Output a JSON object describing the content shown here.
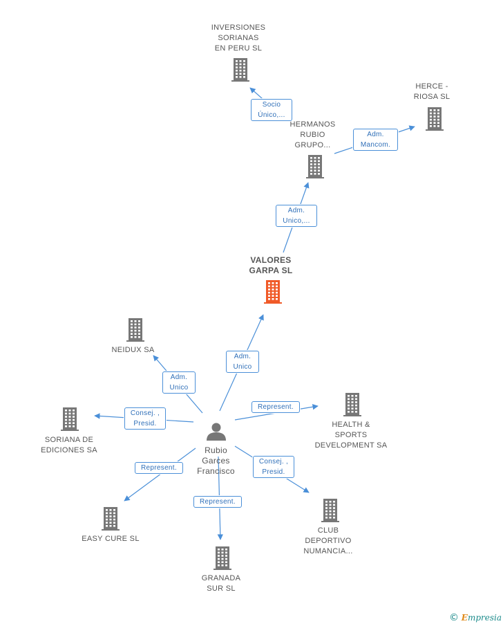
{
  "colors": {
    "edge": "#4a8fd8",
    "building": "#777777",
    "building_main": "#f05a28",
    "person": "#777777"
  },
  "center_company": {
    "label": "VALORES\nGARPA SL"
  },
  "companies": [
    {
      "id": "inversiones",
      "label": "INVERSIONES\nSORIANAS\nEN PERU SL"
    },
    {
      "id": "herce",
      "label": "HERCE -\nRIOSA  SL"
    },
    {
      "id": "hermanos",
      "label": "HERMANOS\nRUBIO\nGRUPO..."
    },
    {
      "id": "neidux",
      "label": "NEIDUX SA"
    },
    {
      "id": "soriana",
      "label": "SORIANA DE\nEDICIONES SA"
    },
    {
      "id": "health",
      "label": "HEALTH &\nSPORTS\nDEVELOPMENT SA"
    },
    {
      "id": "easycure",
      "label": "EASY CURE SL"
    },
    {
      "id": "granada",
      "label": "GRANADA\nSUR SL"
    },
    {
      "id": "club",
      "label": "CLUB\nDEPORTIVO\nNUMANCIA..."
    }
  ],
  "person": {
    "label": "Rubio\nGarces\nFrancisco"
  },
  "edges": [
    {
      "id": "e_socio",
      "label": "Socio\nÚnico,..."
    },
    {
      "id": "e_admmancom",
      "label": "Adm.\nMancom."
    },
    {
      "id": "e_admunico_valores",
      "label": "Adm.\nUnico,..."
    },
    {
      "id": "e_admunico_person",
      "label": "Adm.\nUnico"
    },
    {
      "id": "e_admunico_neidux",
      "label": "Adm.\nUnico"
    },
    {
      "id": "e_consej_soriana",
      "label": "Consej. ,\nPresid."
    },
    {
      "id": "e_represent_health",
      "label": "Represent."
    },
    {
      "id": "e_represent_easy",
      "label": "Represent."
    },
    {
      "id": "e_represent_granada",
      "label": "Represent."
    },
    {
      "id": "e_consej_club",
      "label": "Consej. ,\nPresid."
    }
  ],
  "watermark": {
    "copyright": "©",
    "brand_e": "E",
    "brand_rest": "mpresia"
  }
}
